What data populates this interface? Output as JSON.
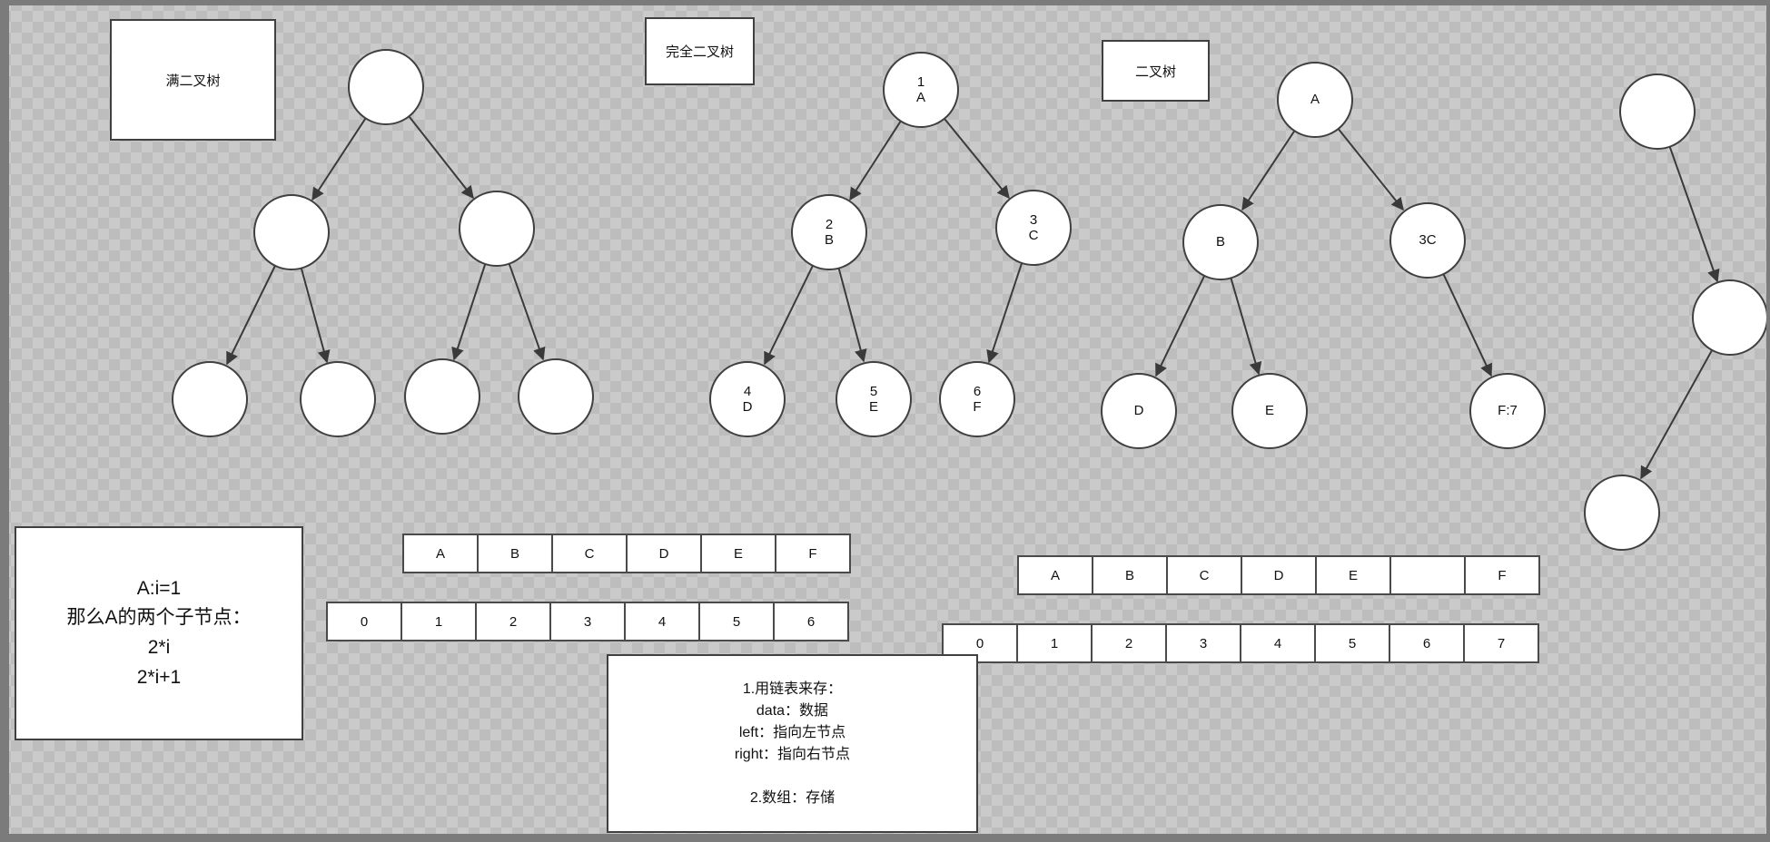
{
  "boxes": {
    "full_tree_label": "满二叉树",
    "complete_tree_label": "完全二叉树",
    "binary_tree_label": "二叉树"
  },
  "trees": {
    "complete": {
      "root": "1\nA",
      "left": "2\nB",
      "right": "3\nC",
      "left_left": "4\nD",
      "left_right": "5\nE",
      "right_left": "6\nF"
    },
    "binary": {
      "root": "A",
      "left": "B",
      "right": "3C",
      "left_left": "D",
      "left_right": "E",
      "right_right": "F:7"
    }
  },
  "arrays": {
    "left_top": [
      "A",
      "B",
      "C",
      "D",
      "E",
      "F"
    ],
    "left_bottom": [
      "0",
      "1",
      "2",
      "3",
      "4",
      "5",
      "6"
    ],
    "right_top": [
      "A",
      "B",
      "C",
      "D",
      "E",
      "",
      "F"
    ],
    "right_bottom": [
      "0",
      "1",
      "2",
      "3",
      "4",
      "5",
      "6",
      "7"
    ]
  },
  "notes": {
    "index_note": "A:i=1\n那么A的两个子节点：\n2*i\n2*i+1",
    "storage_note": "1.用链表来存：\ndata：数据\nleft：指向左节点\nright：指向右节点\n\n2.数组：存储"
  },
  "colors": {
    "stroke": "#3a3a3a",
    "fill": "#ffffff",
    "checker_light": "#cacaca",
    "checker_dark": "#bdbdbd"
  }
}
